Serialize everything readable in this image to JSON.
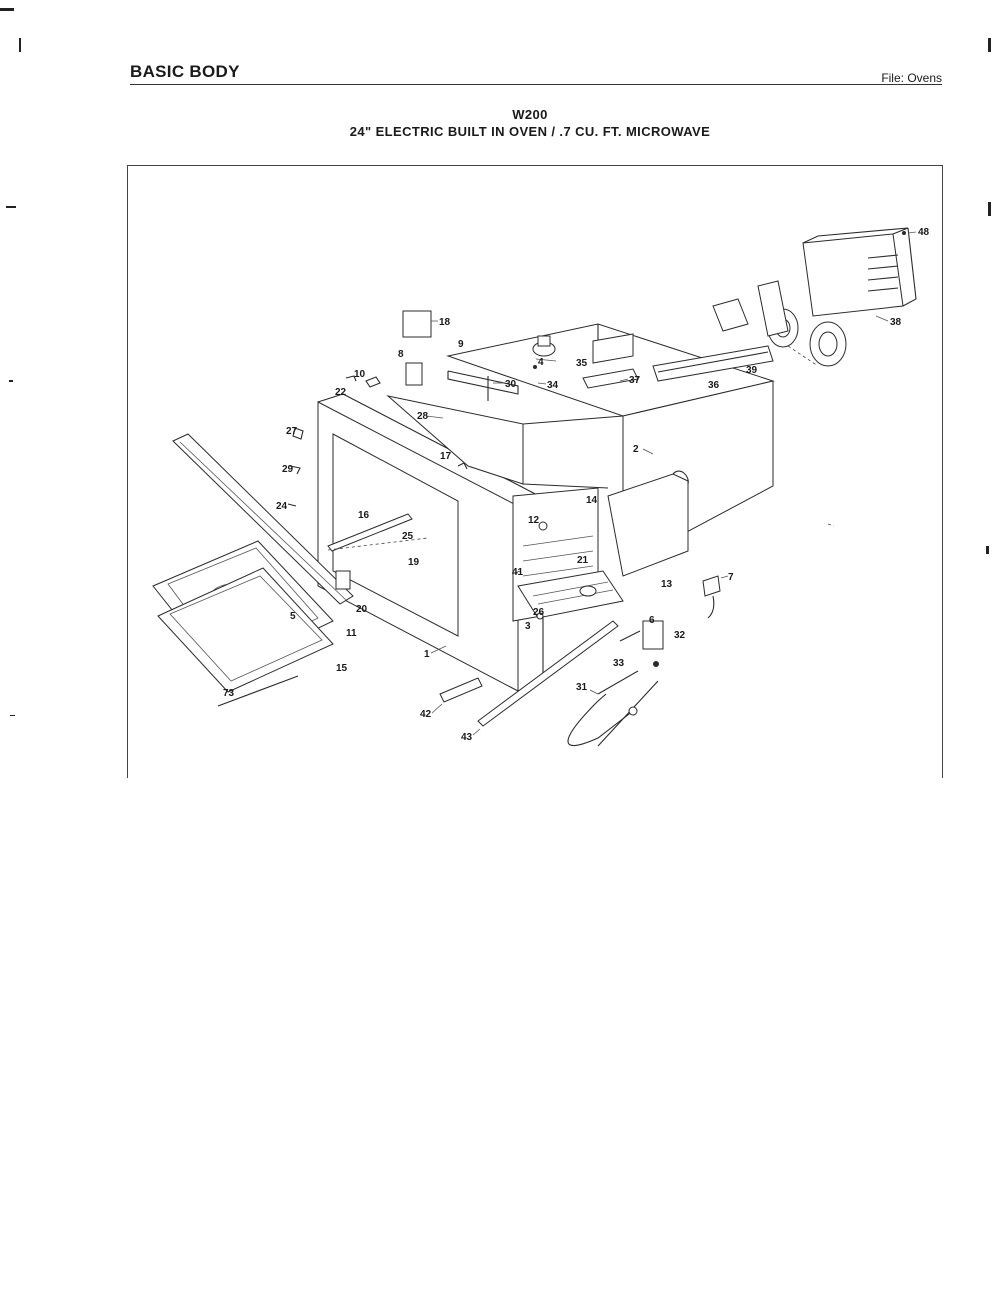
{
  "header": {
    "section_title": "BASIC BODY",
    "file_label": "File: Ovens"
  },
  "title": {
    "model": "W200",
    "description": "24\" ELECTRIC BUILT IN OVEN / .7 CU. FT. MICROWAVE"
  },
  "diagram": {
    "part_numbers": [
      "48",
      "18",
      "9",
      "35",
      "4",
      "8",
      "10",
      "30",
      "34",
      "37",
      "36",
      "38",
      "39",
      "22",
      "28",
      "27",
      "2",
      "17",
      "29",
      "24",
      "14",
      "16",
      "25",
      "12",
      "21",
      "19",
      "41",
      "20",
      "26",
      "3",
      "13",
      "7",
      "5",
      "11",
      "6",
      "32",
      "15",
      "1",
      "33",
      "73",
      "31",
      "42",
      "43"
    ]
  }
}
